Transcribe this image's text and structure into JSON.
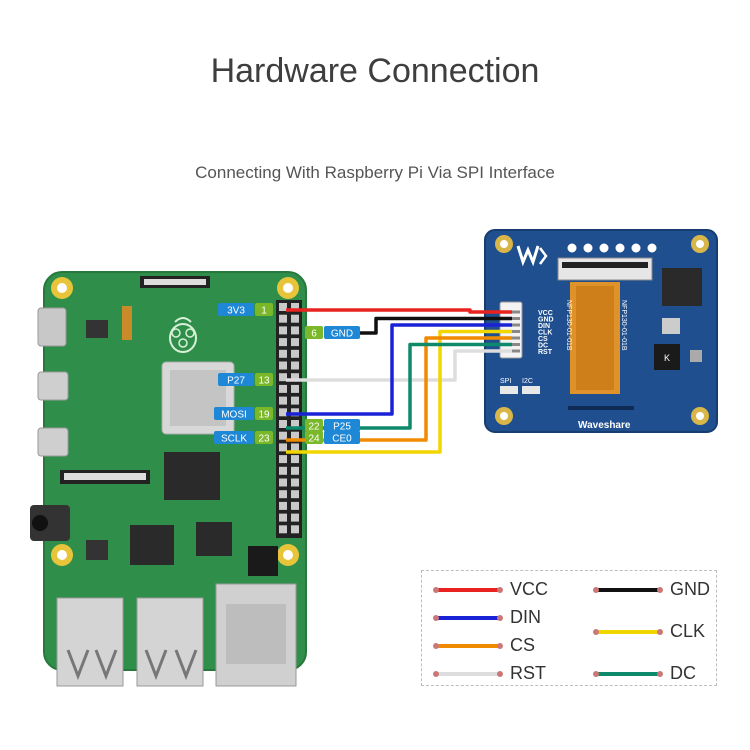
{
  "title": "Hardware Connection",
  "subtitle": "Connecting With Raspberry Pi Via SPI Interface",
  "pi_pins": [
    {
      "name": "3V3",
      "num": "1"
    },
    {
      "name": "GND",
      "num": "6"
    },
    {
      "name": "P27",
      "num": "13"
    },
    {
      "name": "MOSI",
      "num": "19"
    },
    {
      "name": "P25",
      "num": "22"
    },
    {
      "name": "SCLK",
      "num": "23"
    },
    {
      "name": "CE0",
      "num": "24"
    }
  ],
  "module": {
    "pins": [
      "VCC",
      "GND",
      "DIN",
      "CLK",
      "CS",
      "DC",
      "RST"
    ],
    "brand": "Waveshare",
    "interface_labels": [
      "SPI",
      "I2C"
    ],
    "fpc_text": [
      "NFP130-01-01B",
      "NFP130-01-01B"
    ]
  },
  "legend": [
    {
      "label": "VCC",
      "color": "#e8231f"
    },
    {
      "label": "GND",
      "color": "#111111"
    },
    {
      "label": "DIN",
      "color": "#1a22d6"
    },
    {
      "label": "CLK",
      "color": "#f2d600"
    },
    {
      "label": "CS",
      "color": "#f08a00"
    },
    {
      "label": "DC",
      "color": "#0e8a6a"
    },
    {
      "label": "RST",
      "color": "#dddddd"
    }
  ],
  "colors": {
    "pi_board": "#2f8f4a",
    "module_board": "#1f4f8f",
    "pin_name_bg": "#1e88d6",
    "pin_num_bg": "#7ab82a"
  },
  "icons": [
    "raspberry-logo-icon",
    "waveshare-logo-icon"
  ]
}
